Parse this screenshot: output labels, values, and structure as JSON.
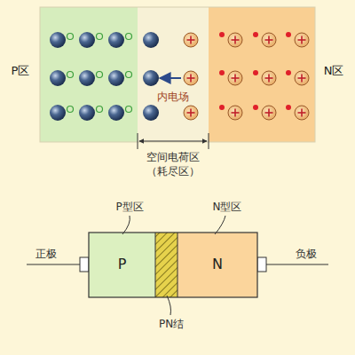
{
  "diagram": {
    "nodes": [
      {
        "text": [
          "P区"
        ]
      },
      {
        "text": [
          "内电场"
        ]
      },
      {
        "text": [
          "N区"
        ]
      },
      {
        "text": [
          "P"
        ]
      },
      {
        "text": [
          "N"
        ]
      }
    ],
    "labels": [
      "空间电荷区",
      "（耗尽区）",
      "P型区",
      "N型区",
      "正极",
      "负极",
      "PN结"
    ]
  }
}
